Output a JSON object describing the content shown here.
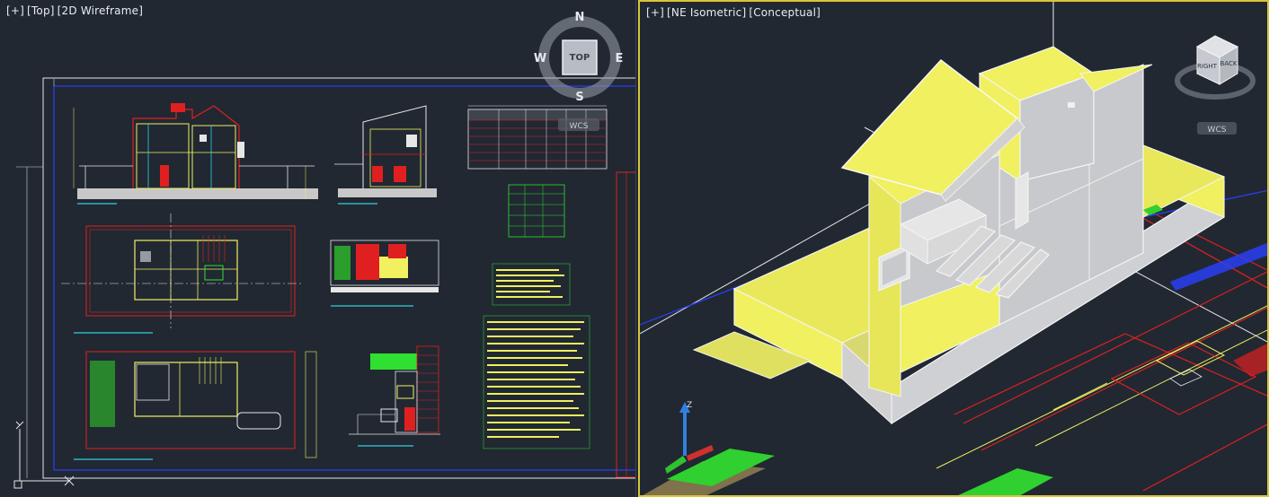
{
  "viewports": {
    "left": {
      "ctrl": "[+]",
      "view": "[Top]",
      "style": "[2D Wireframe]",
      "viewcube": {
        "face": "TOP",
        "north": "N",
        "south": "S",
        "east": "E",
        "west": "W",
        "wcs": "WCS"
      }
    },
    "right": {
      "ctrl": "[+]",
      "view": "[NE Isometric]",
      "style": "[Conceptual]",
      "viewcube": {
        "face_right": "RIGHT",
        "face_back": "BACK",
        "wcs": "WCS"
      }
    }
  },
  "colors": {
    "background": "#212832",
    "active_border": "#d8c43a",
    "drawing_yellow": "#f0f060",
    "drawing_red": "#e02020",
    "drawing_cyan": "#30d0e0",
    "drawing_green": "#30e030",
    "ucs_x": "#d03030",
    "ucs_y": "#30c030",
    "ucs_z": "#3080e0"
  },
  "icons": {
    "ucs_left": "ucs-2d-icon",
    "ucs_right": "ucs-3d-icon",
    "viewcube_left": "viewcube-top-icon",
    "viewcube_right": "viewcube-iso-icon"
  }
}
